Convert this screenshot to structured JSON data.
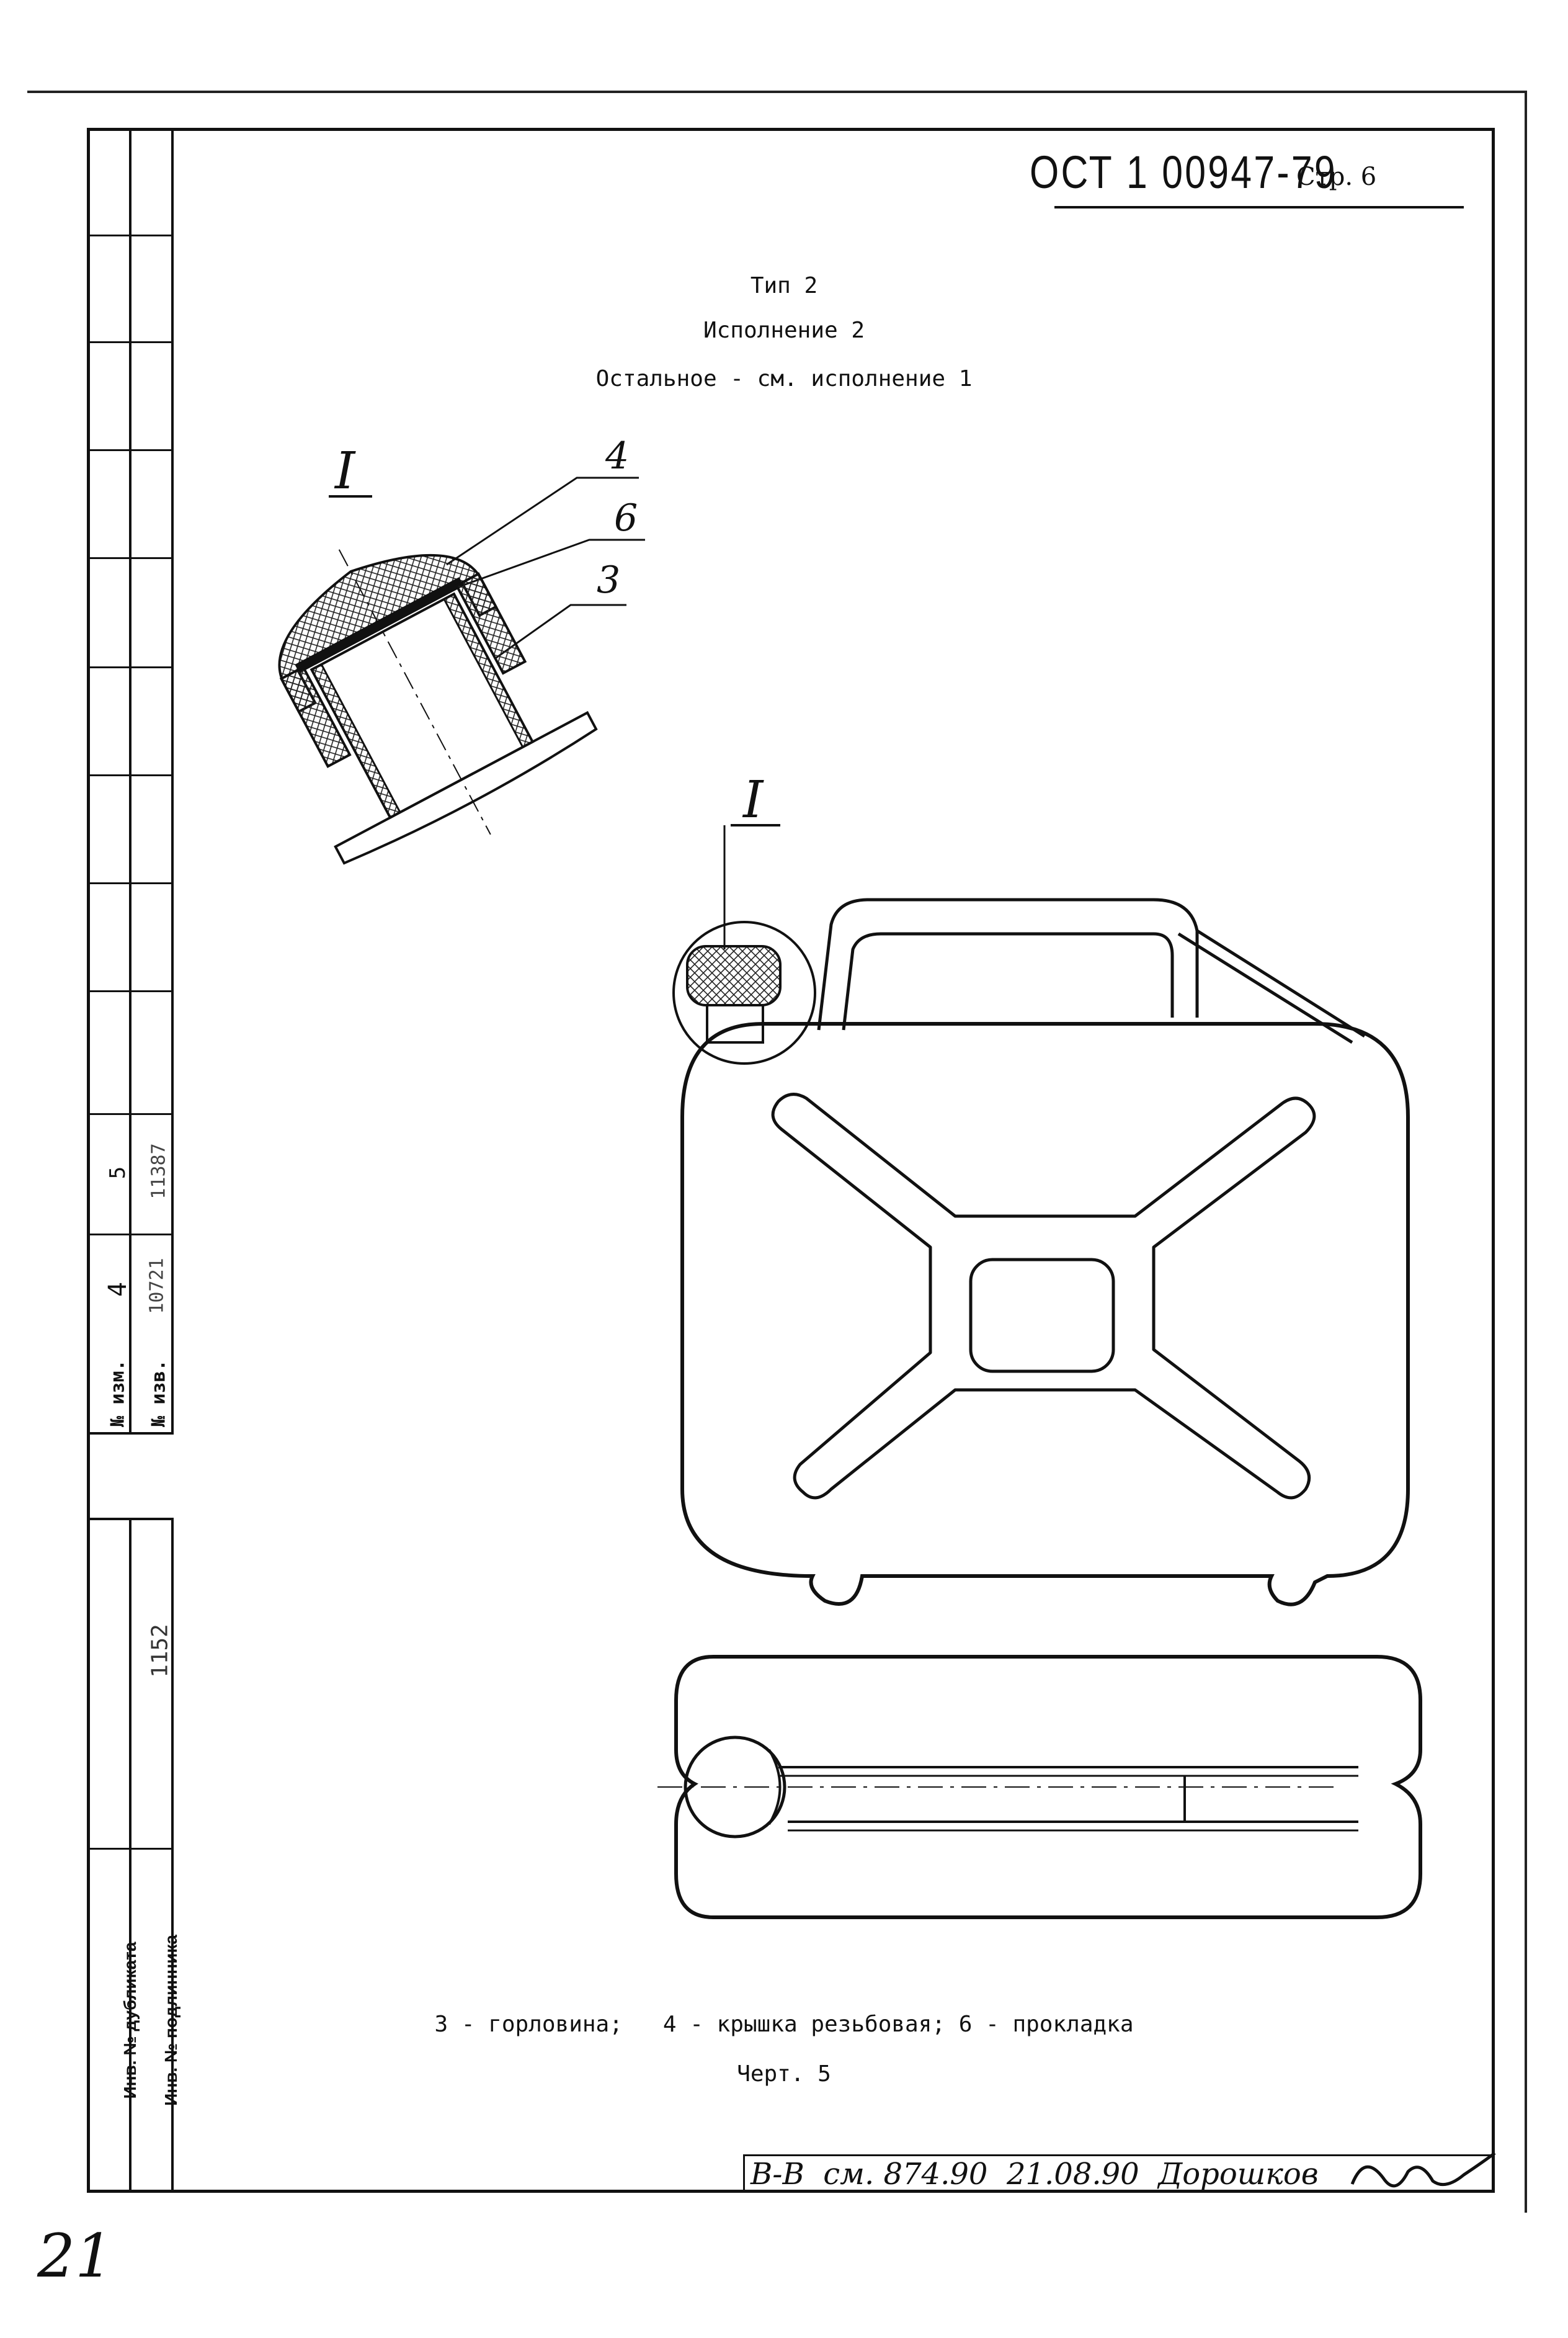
{
  "header": {
    "code": "ОСТ 1 00947-79",
    "page": "Стр. 6"
  },
  "caption": {
    "type": "Тип 2",
    "variant": "Исполнение 2",
    "rest": "Остальное - см. исполнение 1"
  },
  "detail_marker": "I",
  "detail_marker_main": "I",
  "callouts": {
    "c4": "4",
    "c6": "6",
    "c3": "3"
  },
  "legend": "3 - горловина;   4 - крышка резьбовая; 6 - прокладка",
  "figure_label": "Черт. 5",
  "side_table": {
    "rev_header": "№ изм.",
    "rev_values": [
      "4",
      "5"
    ],
    "notice_header": "№ изв.",
    "notice_values": [
      "10721",
      "11387"
    ],
    "dup_label": "Инв. № дубликата",
    "orig_label": "Инв. № подлинника",
    "orig_value": "1152"
  },
  "stamp": {
    "text": "В-В  см. 874.90  21.08.90  Дорошков"
  },
  "handwriting": "21"
}
